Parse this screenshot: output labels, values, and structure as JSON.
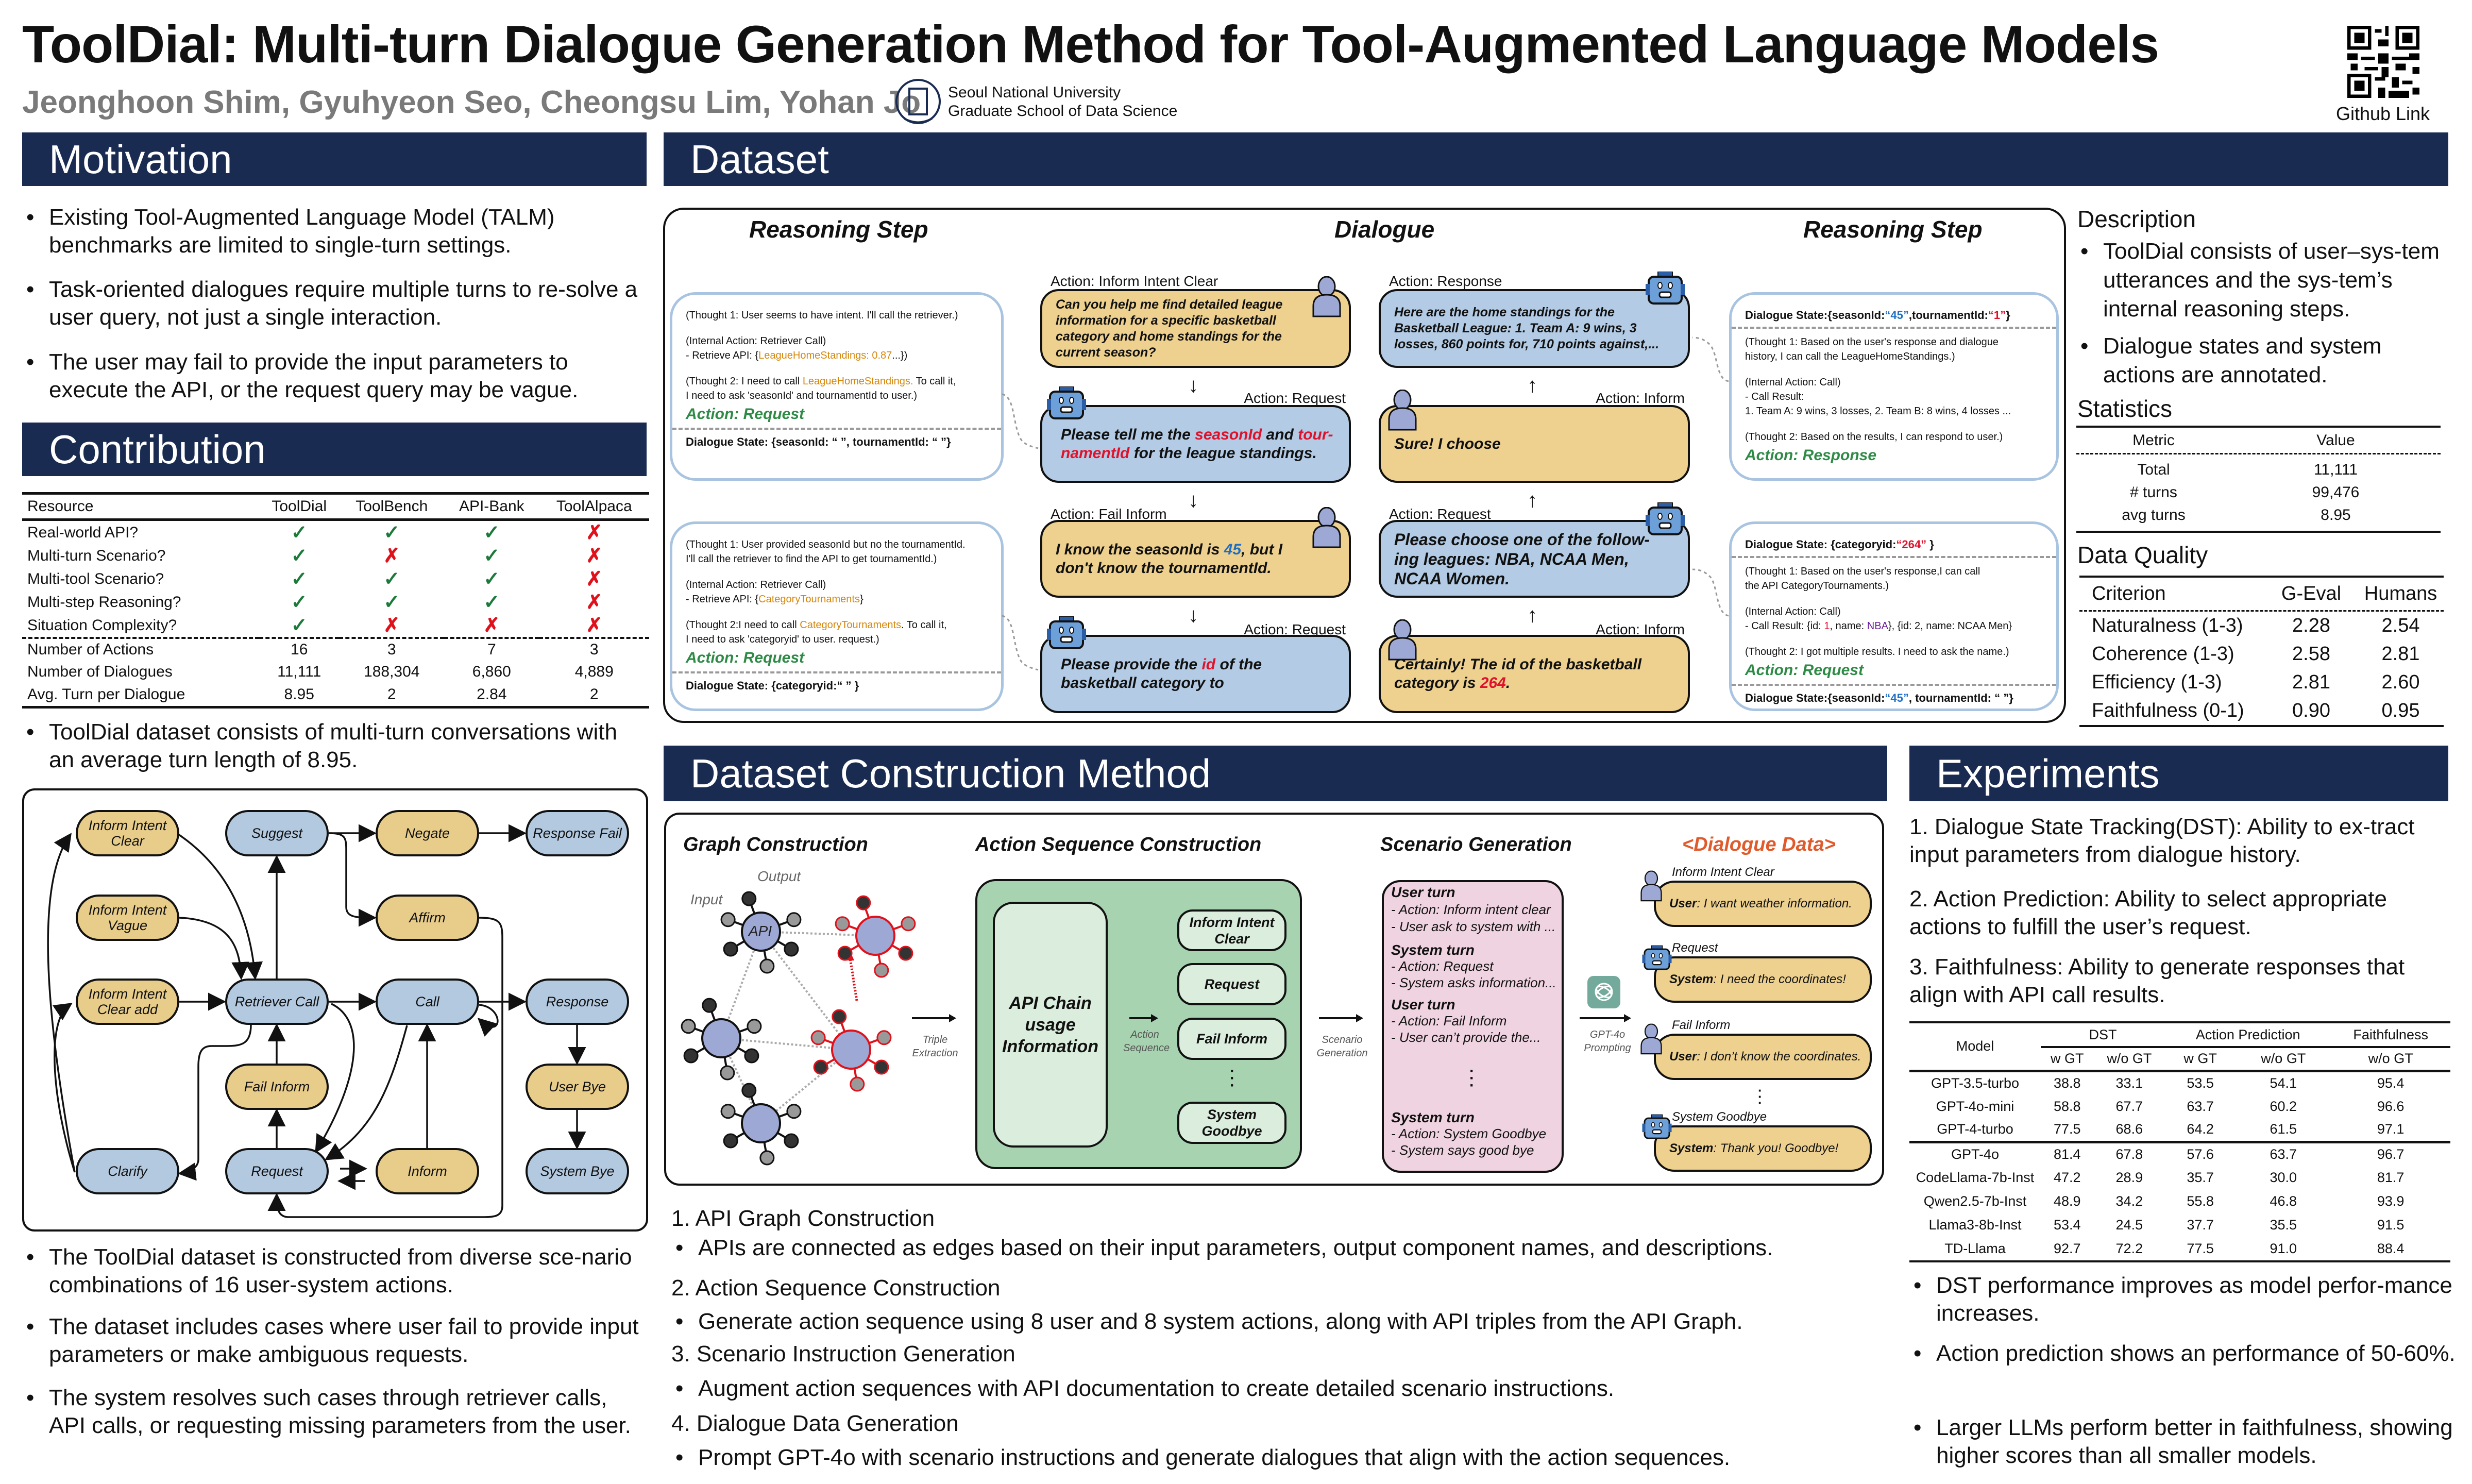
{
  "header": {
    "title": "ToolDial: Multi-turn Dialogue Generation Method for Tool-Augmented Language Models",
    "authors": "Jeonghoon Shim, Gyuhyeon Seo, Cheongsu Lim, Yohan Jo",
    "affiliation_line1": "Seoul National University",
    "affiliation_line2": "Graduate School of Data Science",
    "qr_label": "Github Link"
  },
  "colors": {
    "navy": "#1a2b52",
    "orange": "#d4860b",
    "red": "#e0112b",
    "blue": "#1f6fc5",
    "green": "#2e8b46",
    "purple": "#6a1b9a",
    "user_bubble": "#eed18f",
    "system_bubble": "#b3cbe4",
    "dialogue_data_title": "#e05a2b"
  },
  "motivation": {
    "heading": "Motivation",
    "bullets": [
      "Existing Tool-Augmented Language Model (TALM) benchmarks are limited to single-turn settings.",
      "Task-oriented dialogues require multiple turns to re-solve a user query, not just a single interaction.",
      "The user may fail to provide the input parameters to execute the API, or the request query may be vague."
    ]
  },
  "contribution": {
    "heading": "Contribution",
    "columns": [
      "Resource",
      "ToolDial",
      "ToolBench",
      "API-Bank",
      "ToolAlpaca"
    ],
    "feature_rows": [
      {
        "label": "Real-world API?",
        "values": [
          "✓",
          "✓",
          "✓",
          "✗"
        ]
      },
      {
        "label": "Multi-turn Scenario?",
        "values": [
          "✓",
          "✗",
          "✓",
          "✗"
        ]
      },
      {
        "label": "Multi-tool Scenario?",
        "values": [
          "✓",
          "✓",
          "✓",
          "✗"
        ]
      },
      {
        "label": "Multi-step Reasoning?",
        "values": [
          "✓",
          "✓",
          "✓",
          "✗"
        ]
      },
      {
        "label": "Situation Complexity?",
        "values": [
          "✓",
          "✗",
          "✗",
          "✗"
        ]
      }
    ],
    "stat_rows": [
      {
        "label": "Number of Actions",
        "values": [
          "16",
          "3",
          "7",
          "3"
        ]
      },
      {
        "label": "Number of Dialogues",
        "values": [
          "11,111",
          "188,304",
          "6,860",
          "4,889"
        ]
      },
      {
        "label": "Avg. Turn per Dialogue",
        "values": [
          "8.95",
          "2",
          "2.84",
          "2"
        ]
      }
    ],
    "bullet": "ToolDial dataset consists of multi-turn conversations with an average turn length of 8.95."
  },
  "state_graph": {
    "nodes": [
      {
        "label": "Inform Intent Clear",
        "role": "user"
      },
      {
        "label": "Suggest",
        "role": "system"
      },
      {
        "label": "Negate",
        "role": "user"
      },
      {
        "label": "Response Fail",
        "role": "system"
      },
      {
        "label": "Inform Intent Vague",
        "role": "user"
      },
      {
        "label": "Affirm",
        "role": "user"
      },
      {
        "label": "Inform Intent Clear add",
        "role": "user"
      },
      {
        "label": "Retriever Call",
        "role": "system"
      },
      {
        "label": "Call",
        "role": "system"
      },
      {
        "label": "Response",
        "role": "system"
      },
      {
        "label": "Fail Inform",
        "role": "user"
      },
      {
        "label": "User Bye",
        "role": "user"
      },
      {
        "label": "Clarify",
        "role": "system"
      },
      {
        "label": "Request",
        "role": "system"
      },
      {
        "label": "Inform",
        "role": "user"
      },
      {
        "label": "System Bye",
        "role": "system"
      }
    ]
  },
  "left_bottom_bullets": [
    "The ToolDial dataset is constructed from diverse sce-nario combinations of 16 user-system actions.",
    "The dataset includes cases where user fail to provide input parameters or make ambiguous requests.",
    "The system resolves such cases through retriever calls, API calls, or requesting missing parameters from the user."
  ],
  "dataset": {
    "heading": "Dataset",
    "figure": {
      "left_title": "Reasoning Step",
      "center_title": "Dialogue",
      "right_title": "Reasoning Step",
      "left_boxes": [
        {
          "lines": [
            [
              {
                "t": "(Thought 1: User seems to have intent. I'll call the retriever.)"
              }
            ],
            [],
            [
              {
                "t": "(Internal Action: Retriever Call)"
              }
            ],
            [
              {
                "t": "- Retrieve API: {"
              },
              {
                "t": "LeagueHomeStandings: 0.87",
                "c": "orange"
              },
              {
                "t": "...})"
              }
            ],
            [],
            [
              {
                "t": "(Thought 2: I need to call "
              },
              {
                "t": "LeagueHomeStandings.",
                "c": "orange"
              },
              {
                "t": " To call it,"
              }
            ],
            [
              {
                "t": "I need to ask 'seasonId' and tournamentId to user.)"
              }
            ]
          ],
          "action": "Action: Request",
          "state": "Dialogue State: {seasonId: “ ”, tournamentId: “ ”}"
        },
        {
          "lines": [
            [
              {
                "t": "(Thought 1: User provided seasonId but no the tournamentId."
              }
            ],
            [
              {
                "t": "I'll call the retriever to find the API to get tournamentId.)"
              }
            ],
            [],
            [
              {
                "t": "(Internal Action: Retriever Call)"
              }
            ],
            [
              {
                "t": "- Retrieve API: {"
              },
              {
                "t": "CategoryTournaments",
                "c": "orange"
              },
              {
                "t": "}"
              }
            ],
            [],
            [
              {
                "t": "(Thought 2:I need to call "
              },
              {
                "t": "CategoryTournaments",
                "c": "orange"
              },
              {
                "t": ". To call it,"
              }
            ],
            [
              {
                "t": "I need to ask 'categoryid' to user. request.)"
              }
            ]
          ],
          "action": "Action: Request",
          "state": "Dialogue State: {categoryid:“ ” }"
        }
      ],
      "center_left_bubbles": [
        {
          "action": "Action: Inform Intent Clear",
          "speaker": "user",
          "segments": [
            {
              "t": "Can you help me find detailed league information for a specific basketball category and home standings for the current season?"
            }
          ]
        },
        {
          "action": "Action: Request",
          "speaker": "system",
          "segments": [
            {
              "t": "Please tell me the "
            },
            {
              "t": "seasonId",
              "c": "red"
            },
            {
              "t": " and "
            },
            {
              "t": "tour-namentId",
              "c": "red"
            },
            {
              "t": " for the league standings."
            }
          ]
        },
        {
          "action": "Action: Fail Inform",
          "speaker": "user",
          "segments": [
            {
              "t": "I know the seasonId is "
            },
            {
              "t": "45",
              "c": "blue"
            },
            {
              "t": ", but I don't know the tournamentId."
            }
          ]
        },
        {
          "action": "Action: Request",
          "speaker": "system",
          "segments": [
            {
              "t": "Please provide the "
            },
            {
              "t": "id",
              "c": "red"
            },
            {
              "t": " of the basketball category to"
            }
          ]
        }
      ],
      "center_right_bubbles": [
        {
          "action": "Action: Response",
          "speaker": "system",
          "segments": [
            {
              "t": "Here are the home standings for the Basketball League: 1. Team A: 9 wins, 3 losses, 860 points for, 710 points against,..."
            }
          ]
        },
        {
          "action": "Action: Inform",
          "speaker": "user",
          "segments": [
            {
              "t": "Sure! I choose"
            }
          ]
        },
        {
          "action": "Action: Request",
          "speaker": "system",
          "segments": [
            {
              "t": "Please choose one of the follow-ing leagues: NBA, NCAA Men, NCAA Women."
            }
          ]
        },
        {
          "action": "Action: Inform",
          "speaker": "user",
          "segments": [
            {
              "t": "Certainly! The id of the basketball category is "
            },
            {
              "t": "264",
              "c": "red"
            },
            {
              "t": "."
            }
          ]
        }
      ],
      "right_boxes": [
        {
          "state_top": [
            {
              "t": "Dialogue State:{seasonId:"
            },
            {
              "t": "“45”",
              "c": "blue"
            },
            {
              "t": ",tournamentId:"
            },
            {
              "t": "“1”",
              "c": "red"
            },
            {
              "t": "}"
            }
          ],
          "lines": [
            [
              {
                "t": "(Thought 1: Based on the user's response and dialogue"
              }
            ],
            [
              {
                "t": "history, I can call the LeagueHomeStandings.)"
              }
            ],
            [],
            [
              {
                "t": "(Internal Action: Call)"
              }
            ],
            [
              {
                "t": "- Call Result:"
              }
            ],
            [
              {
                "t": "1. Team A: 9 wins, 3 losses, 2. Team B: 8 wins, 4 losses ..."
              }
            ],
            [],
            [
              {
                "t": "(Thought 2: Based on the results, I can respond to user.)"
              }
            ]
          ],
          "action": "Action: Response"
        },
        {
          "state_top": [
            {
              "t": "Dialogue State: {categoryid:"
            },
            {
              "t": "“264”",
              "c": "red"
            },
            {
              "t": " }"
            }
          ],
          "lines": [
            [
              {
                "t": "(Thought 1: Based on the user's response,I can call"
              }
            ],
            [
              {
                "t": "the API CategoryTournaments.)"
              }
            ],
            [],
            [
              {
                "t": "(Internal Action: Call)"
              }
            ],
            [
              {
                "t": "- Call Result: {id: "
              },
              {
                "t": "1",
                "c": "red"
              },
              {
                "t": ", name: "
              },
              {
                "t": "NBA",
                "c": "purple"
              },
              {
                "t": "}, {id: 2, name: NCAA Men}"
              }
            ],
            [],
            [
              {
                "t": "(Thought 2: I got multiple results. I need to ask the name.)"
              }
            ]
          ],
          "action": "Action: Request",
          "state_bottom": [
            {
              "t": "Dialogue State:{seasonId:"
            },
            {
              "t": "“45”",
              "c": "blue"
            },
            {
              "t": ", tournamentId: “ ”}"
            }
          ]
        }
      ]
    },
    "description": {
      "heading": "Description",
      "bullets": [
        "ToolDial consists of user–sys-tem utterances and the sys-tem’s internal reasoning steps.",
        "Dialogue states and system actions are annotated."
      ]
    },
    "statistics": {
      "heading": "Statistics",
      "columns": [
        "Metric",
        "Value"
      ],
      "rows": [
        [
          "Total",
          "11,111"
        ],
        [
          "# turns",
          "99,476"
        ],
        [
          "avg turns",
          "8.95"
        ]
      ]
    },
    "data_quality": {
      "heading": "Data Quality",
      "columns": [
        "Criterion",
        "G-Eval",
        "Humans"
      ],
      "rows": [
        [
          "Naturalness (1-3)",
          "2.28",
          "2.54"
        ],
        [
          "Coherence (1-3)",
          "2.58",
          "2.81"
        ],
        [
          "Efficiency (1-3)",
          "2.81",
          "2.60"
        ],
        [
          "Faithfulness (0-1)",
          "0.90",
          "0.95"
        ]
      ]
    }
  },
  "construction": {
    "heading": "Dataset Construction Method",
    "graph_title": "Graph Construction",
    "graph_labels": {
      "input": "Input",
      "output": "Output",
      "api": "API"
    },
    "triple_extraction": "Triple Extraction",
    "action_seq_title": "Action Sequence Construction",
    "api_chain": "API Chain usage Information",
    "action_sequence_label": "Action Sequence",
    "actions": [
      "Inform Intent Clear",
      "Request",
      "Fail Inform",
      "System Goodbye"
    ],
    "scenario_generation_label": "Scenario Generation",
    "scenario_title": "Scenario Generation",
    "scenario_lines": [
      {
        "text": "User turn",
        "bold": true
      },
      {
        "text": "- Action: Inform intent clear"
      },
      {
        "text": "- User ask to system with ..."
      },
      {
        "text": "System turn",
        "bold": true
      },
      {
        "text": "- Action: Request"
      },
      {
        "text": "- System asks information..."
      },
      {
        "text": "User turn",
        "bold": true
      },
      {
        "text": "- Action: Fail Inform"
      },
      {
        "text": "- User can’t provide the..."
      },
      {
        "text": "System turn",
        "bold": true
      },
      {
        "text": "- Action: System Goodbye"
      },
      {
        "text": "- System says good bye"
      }
    ],
    "prompting_label": "GPT-4o Prompting",
    "dialogue_data_title": "<Dialogue Data>",
    "dialogue_data": [
      {
        "action": "Inform Intent Clear",
        "speaker_label": "User",
        "text": ": I want weather information.",
        "speaker": "user"
      },
      {
        "action": "Request",
        "speaker_label": "System",
        "text": ": I need the coordinates!",
        "speaker": "system"
      },
      {
        "action": "Fail Inform",
        "speaker_label": "User",
        "text": ": I don’t know the coordinates.",
        "speaker": "user"
      },
      {
        "action": "System Goodbye",
        "speaker_label": "System",
        "text": ": Thank you! Goodbye!",
        "speaker": "system"
      }
    ],
    "steps": [
      {
        "title": "1. API Graph Construction",
        "bullet": "APIs are connected as edges based on their input parameters, output component names, and descriptions."
      },
      {
        "title": "2. Action Sequence Construction",
        "bullet": "Generate action sequence using 8 user and 8 system actions, along with API triples from the API Graph."
      },
      {
        "title": "3. Scenario Instruction Generation",
        "bullet": "Augment action sequences with API documentation to create detailed scenario instructions."
      },
      {
        "title": "4. Dialogue Data Generation",
        "bullet": "Prompt GPT-4o with scenario instructions and generate dialogues that align with the action sequences."
      }
    ]
  },
  "experiments": {
    "heading": "Experiments",
    "items": [
      "1. Dialogue State Tracking(DST): Ability to ex-tract input parameters from dialogue history.",
      "2. Action Prediction: Ability to select appropriate actions to fulfill the user’s request.",
      "3. Faithfulness: Ability to generate responses that align with API call results."
    ],
    "table": {
      "group_headers": [
        "DST",
        "Action Prediction",
        "Faithfulness"
      ],
      "model_header": "Model",
      "sub_headers": [
        "w GT",
        "w/o GT",
        "w GT",
        "w/o GT",
        "w/o GT"
      ],
      "groups": [
        [
          [
            "GPT-3.5-turbo",
            "38.8",
            "33.1",
            "53.5",
            "54.1",
            "95.4"
          ],
          [
            "GPT-4o-mini",
            "58.8",
            "67.7",
            "63.7",
            "60.2",
            "96.6"
          ],
          [
            "GPT-4-turbo",
            "77.5",
            "68.6",
            "64.2",
            "61.5",
            "97.1"
          ]
        ],
        [
          [
            "GPT-4o",
            "81.4",
            "67.8",
            "57.6",
            "63.7",
            "96.7"
          ],
          [
            "CodeLlama-7b-Inst",
            "47.2",
            "28.9",
            "35.7",
            "30.0",
            "81.7"
          ],
          [
            "Qwen2.5-7b-Inst",
            "48.9",
            "34.2",
            "55.8",
            "46.8",
            "93.9"
          ],
          [
            "Llama3-8b-Inst",
            "53.4",
            "24.5",
            "37.7",
            "35.5",
            "91.5"
          ],
          [
            "TD-Llama",
            "92.7",
            "72.2",
            "77.5",
            "91.0",
            "88.4"
          ]
        ]
      ]
    },
    "bullets": [
      "DST performance improves as model perfor-mance increases.",
      "Action prediction shows an performance of 50-60%.",
      "Larger LLMs perform better in faithfulness, showing higher scores than all smaller models."
    ]
  }
}
